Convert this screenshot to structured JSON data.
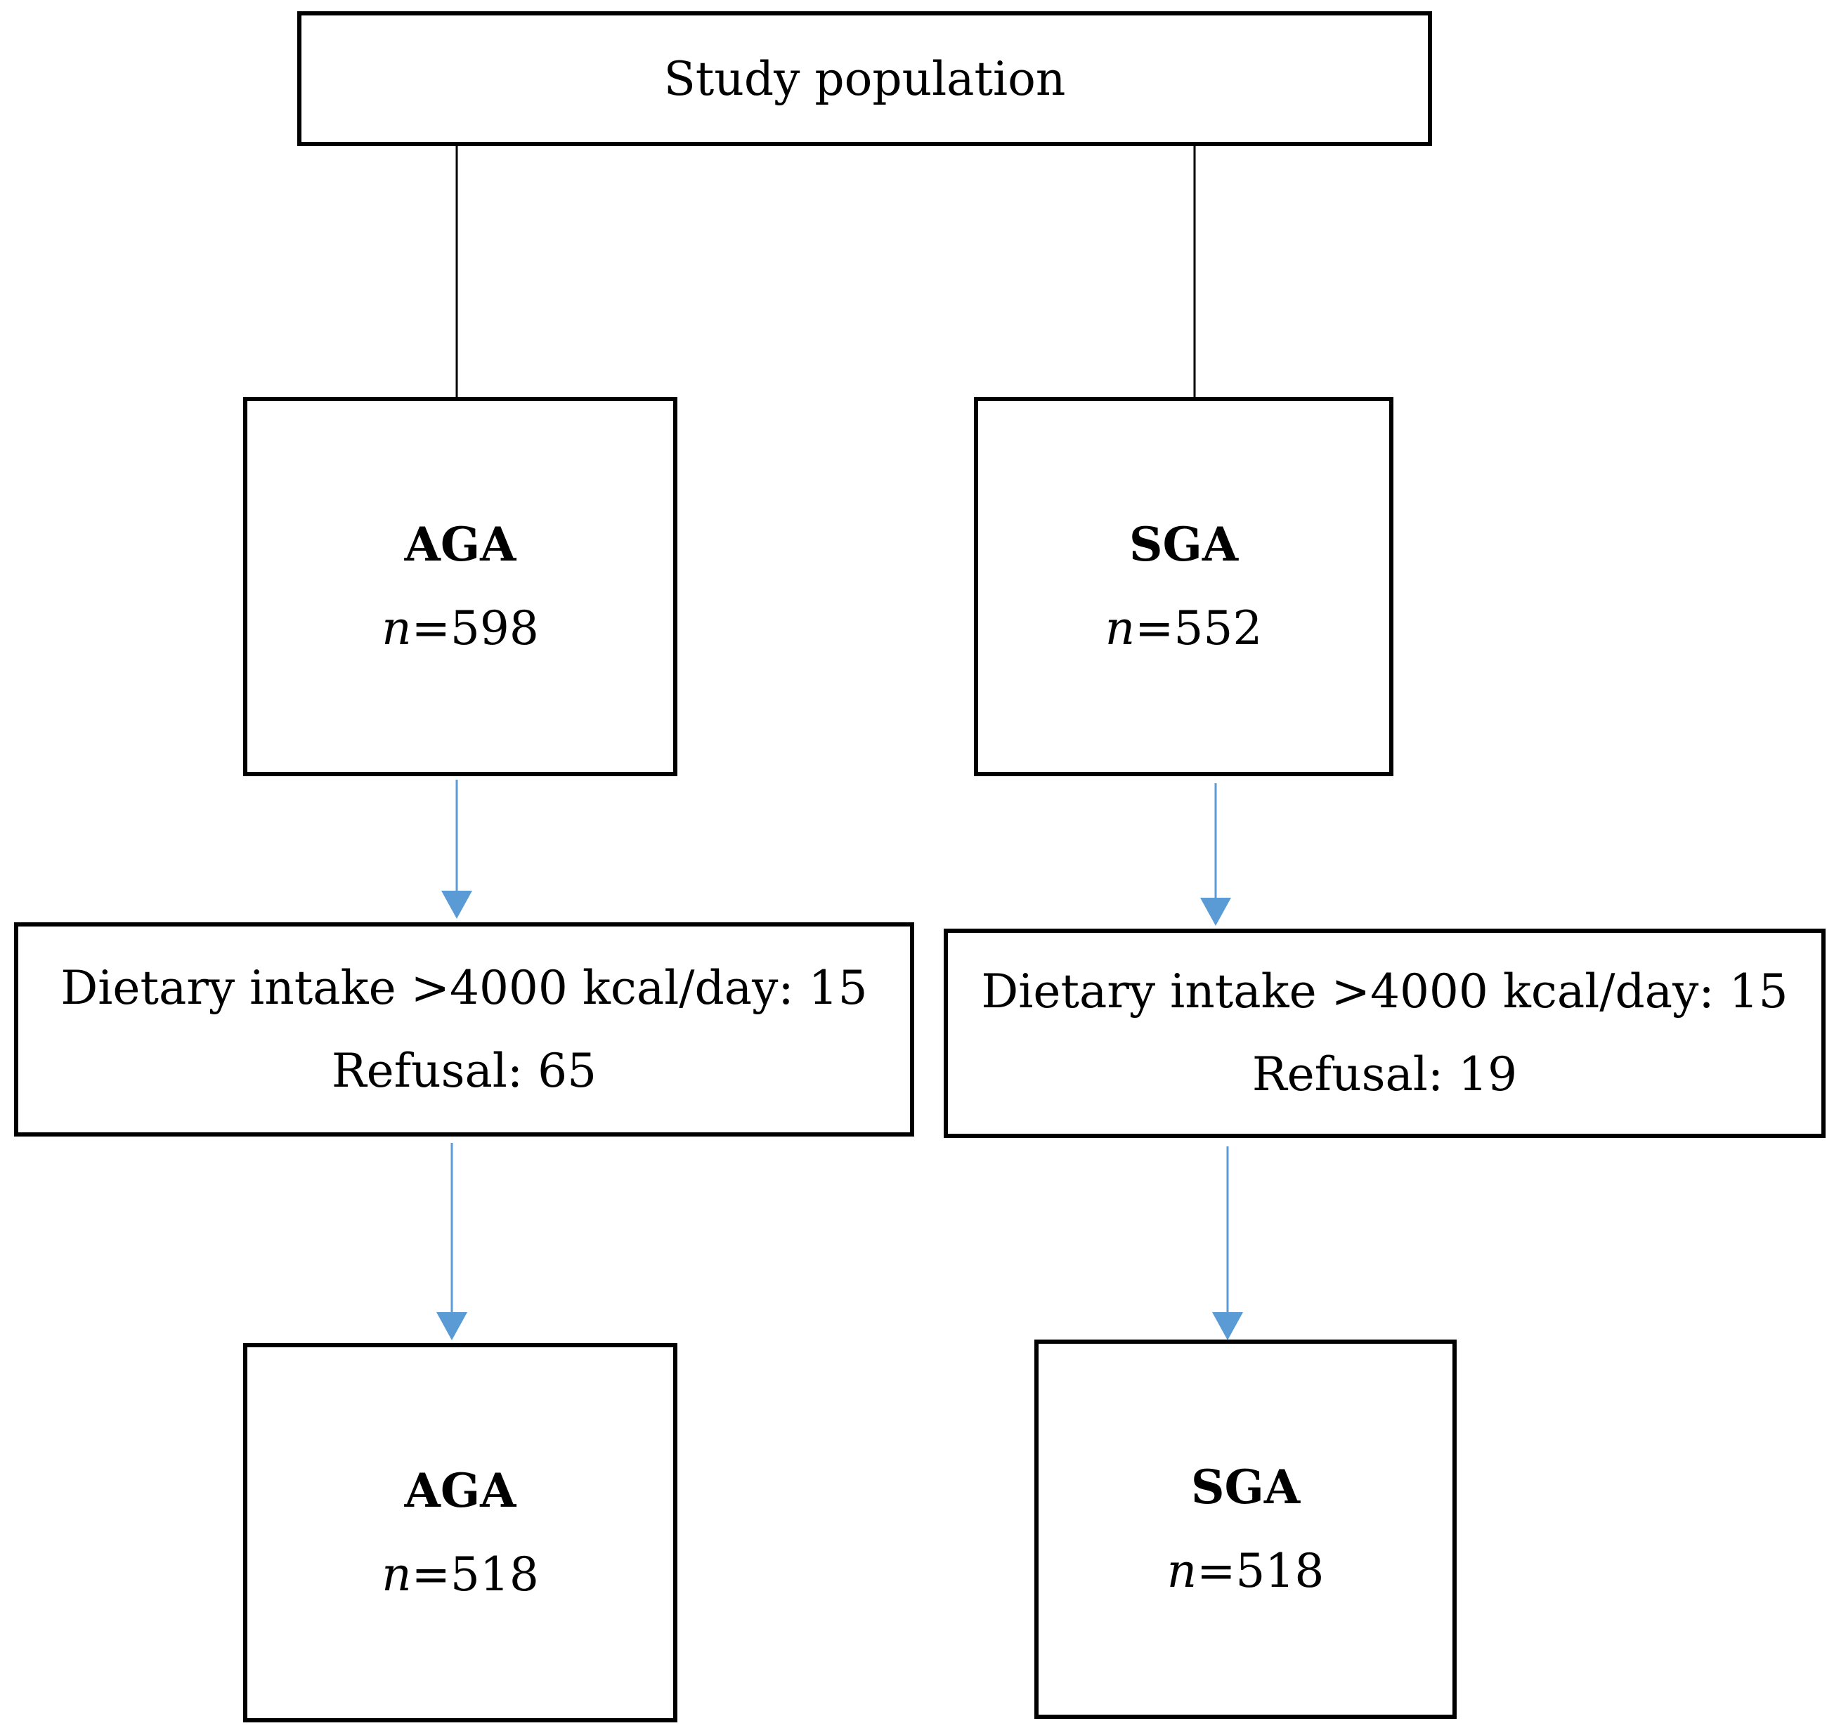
{
  "diagram": {
    "top": {
      "label": "Study population"
    },
    "left": {
      "initial": {
        "group": "AGA",
        "n_prefix": "n",
        "n_value": "=598"
      },
      "exclusions": {
        "line1": "Dietary intake >4000 kcal/day: 15",
        "line2": "Refusal: 65"
      },
      "final": {
        "group": "AGA",
        "n_prefix": "n",
        "n_value": "=518"
      }
    },
    "right": {
      "initial": {
        "group": "SGA",
        "n_prefix": "n",
        "n_value": "=552"
      },
      "exclusions": {
        "line1": "Dietary intake >4000 kcal/day: 15",
        "line2": "Refusal: 19"
      },
      "final": {
        "group": "SGA",
        "n_prefix": "n",
        "n_value": "=518"
      }
    },
    "colors": {
      "border": "#000000",
      "arrow": "#5b9bd5"
    }
  }
}
